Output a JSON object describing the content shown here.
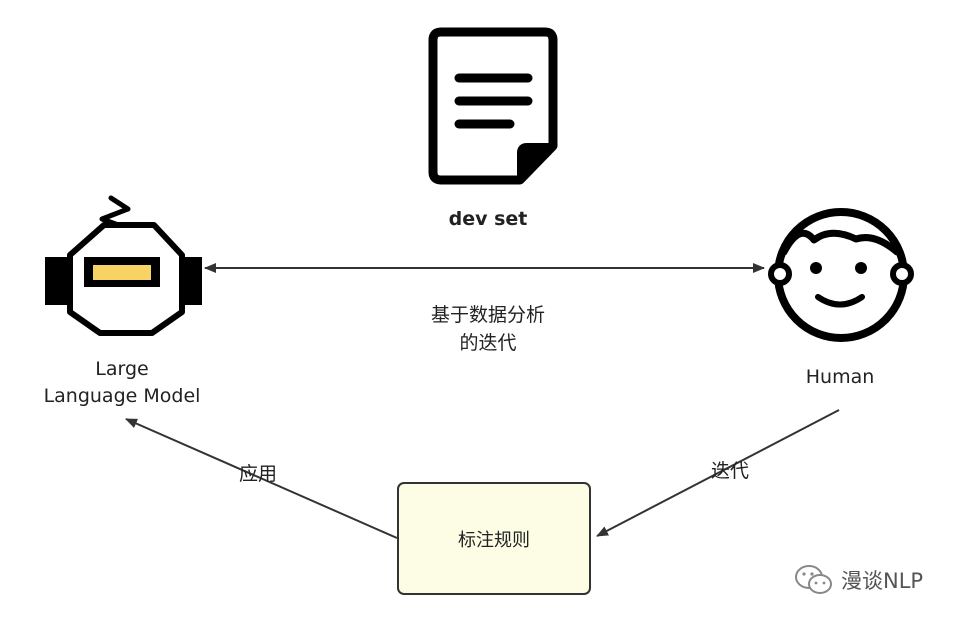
{
  "labels": {
    "document": "dev set",
    "middle_line1": "基于数据分析",
    "middle_line2": "的迭代",
    "llm_line1": "Large",
    "llm_line2": "Language Model",
    "human": "Human",
    "apply": "应用",
    "iterate": "迭代",
    "rules": "标注规则"
  },
  "watermark": {
    "text": "漫谈NLP",
    "icon": "wechat-icon"
  },
  "icons": {
    "document": "document-icon",
    "llm": "robot-icon",
    "human": "face-icon"
  },
  "colors": {
    "stroke": "#000000",
    "arrow": "#333333",
    "robot_visor": "#f7d264",
    "rules_box_fill": "#fdfde5",
    "text": "#222222"
  }
}
